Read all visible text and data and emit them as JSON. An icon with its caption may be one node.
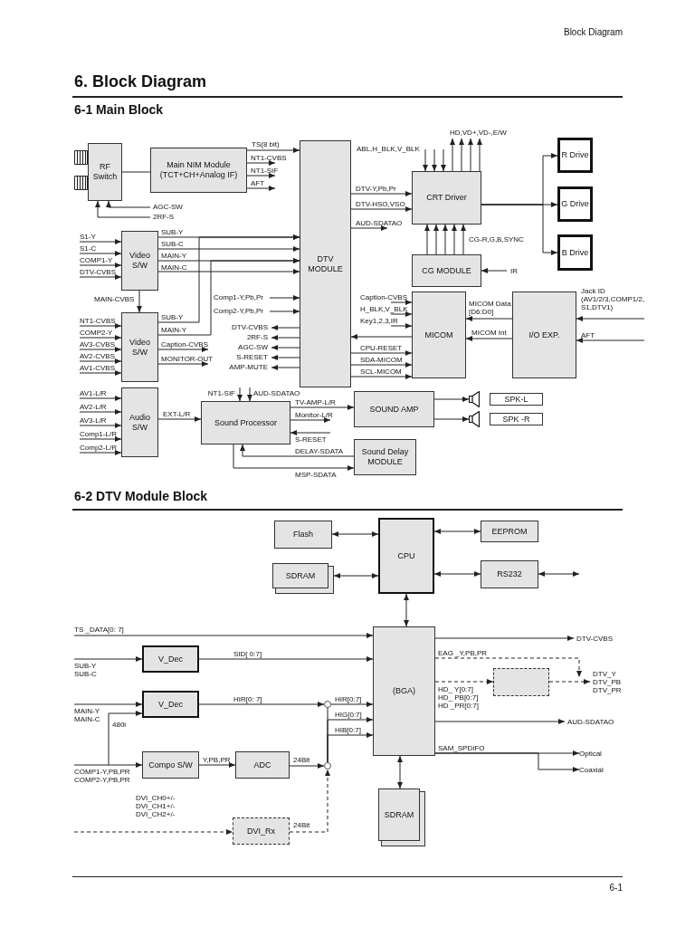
{
  "diagram": {
    "title": "6. Block Diagram",
    "nodes": [
      {
        "text": [
          "RF Switch"
        ]
      },
      {
        "text": [
          "Main NIM Module (TCT+CH+Analog IF)"
        ]
      },
      {
        "text": [
          "DTV MODULE"
        ]
      },
      {
        "text": [
          "Video S/W"
        ]
      },
      {
        "text": [
          "Video S/W"
        ]
      },
      {
        "text": [
          "Audio S/W"
        ]
      },
      {
        "text": [
          "Sound Processor"
        ]
      },
      {
        "text": [
          "CRT Driver"
        ]
      },
      {
        "text": [
          "CG MODULE"
        ]
      },
      {
        "text": [
          "MICOM"
        ]
      },
      {
        "text": [
          "I/O EXP."
        ]
      },
      {
        "text": [
          "SOUND AMP"
        ]
      },
      {
        "text": [
          "Sound Delay MODULE"
        ]
      },
      {
        "text": [
          "R Drive"
        ]
      },
      {
        "text": [
          "G Drive"
        ]
      },
      {
        "text": [
          "B Drive"
        ]
      },
      {
        "text": [],
        "shape": "speaker"
      },
      {
        "text": [],
        "shape": "speaker"
      },
      {
        "text": [
          "SPK-L"
        ]
      },
      {
        "text": [
          "SPK -R"
        ]
      },
      {
        "text": [
          "Flash"
        ]
      },
      {
        "text": [
          "SDRAM"
        ]
      },
      {
        "text": [
          "CPU"
        ]
      },
      {
        "text": [
          "EEPROM"
        ]
      },
      {
        "text": [
          "RS232"
        ]
      },
      {
        "text": [
          "(BGA)"
        ]
      },
      {
        "text": [
          "V_Dec"
        ]
      },
      {
        "text": [
          "V_Dec"
        ]
      },
      {
        "text": [
          "Compo S/W"
        ]
      },
      {
        "text": [
          "ADC"
        ]
      },
      {
        "text": [
          "DVI_Rx"
        ]
      },
      {
        "text": [],
        "shape": "circle"
      },
      {
        "text": [],
        "shape": "circle"
      },
      {
        "text": [],
        "shape": "box"
      },
      {
        "text": [
          "SDRAM"
        ]
      },
      {
        "text": [
          "Optical"
        ]
      },
      {
        "text": [
          "Coaxial"
        ]
      }
    ],
    "edges": [
      {
        "from": 0,
        "to": 1,
        "arrow": "none"
      },
      {
        "from": 1,
        "to": 2,
        "arrow": "to",
        "label": "TS(8 bit)"
      },
      {
        "from": 1,
        "to": null,
        "arrow": "to",
        "label": "NT1-CVBS"
      },
      {
        "from": 1,
        "to": null,
        "arrow": "to",
        "label": "NT1-SIF"
      },
      {
        "from": 1,
        "to": null,
        "arrow": "to",
        "label": "AFT"
      },
      {
        "from": null,
        "to": 0,
        "arrow": "to",
        "label": "AGC-SW"
      },
      {
        "from": null,
        "to": 0,
        "arrow": "to",
        "label": "2RF-S"
      },
      {
        "from": null,
        "to": 3,
        "arrow": "to",
        "label": "S1-Y"
      },
      {
        "from": null,
        "to": 3,
        "arrow": "to",
        "label": "S1-C"
      },
      {
        "from": null,
        "to": 3,
        "arrow": "to",
        "label": "COMP1-Y"
      },
      {
        "from": null,
        "to": 3,
        "arrow": "to",
        "label": "DTV-CVBS"
      },
      {
        "from": 3,
        "to": 2,
        "arrow": "to",
        "label": "SUB-Y"
      },
      {
        "from": 3,
        "to": 2,
        "arrow": "to",
        "label": "SUB-C"
      },
      {
        "from": 3,
        "to": 2,
        "arrow": "to",
        "label": "MAIN-Y"
      },
      {
        "from": 3,
        "to": 2,
        "arrow": "to",
        "label": "MAIN-C"
      },
      {
        "from": 3,
        "to": 4,
        "arrow": "to",
        "label": "MAIN-CVBS"
      },
      {
        "from": null,
        "to": 4,
        "arrow": "to",
        "label": "NT1-CVBS"
      },
      {
        "from": null,
        "to": 4,
        "arrow": "to",
        "label": "COMP2-Y"
      },
      {
        "from": null,
        "to": 4,
        "arrow": "to",
        "label": "AV3-CVBS"
      },
      {
        "from": null,
        "to": 4,
        "arrow": "to",
        "label": "AV2-CVBS"
      },
      {
        "from": null,
        "to": 4,
        "arrow": "to",
        "label": "AV1-CVBS"
      },
      {
        "from": 4,
        "to": 2,
        "arrow": "to",
        "label": "SUB-Y"
      },
      {
        "from": 4,
        "to": 2,
        "arrow": "to",
        "label": "MAIN-Y"
      },
      {
        "from": 4,
        "to": null,
        "arrow": "to",
        "label": "Caption-CVBS"
      },
      {
        "from": 4,
        "to": null,
        "arrow": "to",
        "label": "MONITOR-OUT"
      },
      {
        "from": null,
        "to": 2,
        "arrow": "to",
        "label": "Comp1-Y,Pb,Pr"
      },
      {
        "from": null,
        "to": 2,
        "arrow": "to",
        "label": "Comp2-Y,Pb,Pr"
      },
      {
        "from": 2,
        "to": null,
        "arrow": "to",
        "label": "DTV-CVBS"
      },
      {
        "from": 2,
        "to": null,
        "arrow": "to",
        "label": "2RF-S"
      },
      {
        "from": 2,
        "to": null,
        "arrow": "to",
        "label": "AGC-SW"
      },
      {
        "from": 2,
        "to": null,
        "arrow": "to",
        "label": "S-RESET"
      },
      {
        "from": 2,
        "to": null,
        "arrow": "to",
        "label": "AMP-MUTE"
      },
      {
        "from": null,
        "to": 5,
        "arrow": "to",
        "label": "AV1-L/R"
      },
      {
        "from": null,
        "to": 5,
        "arrow": "to",
        "label": "AV2-L/R"
      },
      {
        "from": null,
        "to": 5,
        "arrow": "to",
        "label": "AV3-L/R"
      },
      {
        "from": null,
        "to": 5,
        "arrow": "to",
        "label": "Comp1-L/R"
      },
      {
        "from": null,
        "to": 5,
        "arrow": "to",
        "label": "Comp2-L/R"
      },
      {
        "from": 5,
        "to": 6,
        "arrow": "to",
        "label": "EXT-L/R"
      },
      {
        "from": null,
        "to": 6,
        "arrow": "to",
        "label": "NT1-SIF"
      },
      {
        "from": null,
        "to": 6,
        "arrow": "to",
        "label": "AUD-SDATAO"
      },
      {
        "from": 6,
        "to": 11,
        "arrow": "to",
        "label": "TV-AMP-L/R"
      },
      {
        "from": 6,
        "to": null,
        "arrow": "to",
        "label": "Monitor-L/R"
      },
      {
        "from": null,
        "to": 6,
        "arrow": "to",
        "label": "S-RESET"
      },
      {
        "from": 12,
        "to": 6,
        "arrow": "to",
        "label": "DELAY-SDATA"
      },
      {
        "from": 6,
        "to": 12,
        "arrow": "to",
        "label": "MSP-SDATA"
      },
      {
        "from": 2,
        "to": 7,
        "arrow": "to",
        "label": "DTV-Y,Pb,Pr"
      },
      {
        "from": 2,
        "to": 7,
        "arrow": "to",
        "label": "DTV-HSO,VSO"
      },
      {
        "from": 2,
        "to": null,
        "arrow": "to",
        "label": "AUD-SDATAO"
      },
      {
        "from": null,
        "to": 7,
        "arrow": "to",
        "label": "ABL,H_BLK,V_BLK"
      },
      {
        "from": 7,
        "to": null,
        "arrow": "to",
        "label": "HD,VD+,VD-,E/W"
      },
      {
        "from": 8,
        "to": 7,
        "arrow": "to",
        "label": "CG-R,G,B,SYNC"
      },
      {
        "from": null,
        "to": 8,
        "arrow": "to",
        "label": "IR"
      },
      {
        "from": 7,
        "to": 13,
        "arrow": "to"
      },
      {
        "from": 7,
        "to": 14,
        "arrow": "to"
      },
      {
        "from": 7,
        "to": 15,
        "arrow": "to"
      },
      {
        "from": null,
        "to": 9,
        "arrow": "to",
        "label": "Caption-CVBS"
      },
      {
        "from": null,
        "to": 9,
        "arrow": "to",
        "label": "H_BLK,V_BLK"
      },
      {
        "from": null,
        "to": 9,
        "arrow": "to",
        "label": "Key1,2,3,IR"
      },
      {
        "from": 9,
        "to": 2,
        "arrow": "to"
      },
      {
        "from": 2,
        "to": 9,
        "arrow": "to",
        "label": "CPU-RESET"
      },
      {
        "from": 2,
        "to": 9,
        "arrow": "to",
        "label": "SDA-MICOM"
      },
      {
        "from": 2,
        "to": 9,
        "arrow": "to",
        "label": "SCL-MICOM"
      },
      {
        "from": 10,
        "to": 9,
        "arrow": "to",
        "label": "MICOM Data [D6:D0]"
      },
      {
        "from": 10,
        "to": 9,
        "arrow": "to",
        "label": "MICOM Int"
      },
      {
        "from": null,
        "to": 10,
        "arrow": "to",
        "label": "Jack ID (AV1/2/3,COMP1/2, S1,DTV1)"
      },
      {
        "from": null,
        "to": 10,
        "arrow": "to",
        "label": "AFT"
      },
      {
        "from": 11,
        "to": 16,
        "arrow": "to"
      },
      {
        "from": 11,
        "to": 17,
        "arrow": "to"
      },
      {
        "from": 20,
        "to": 22,
        "arrow": "both"
      },
      {
        "from": 21,
        "to": 22,
        "arrow": "both"
      },
      {
        "from": 22,
        "to": 23,
        "arrow": "both"
      },
      {
        "from": 22,
        "to": 24,
        "arrow": "both"
      },
      {
        "from": 24,
        "to": null,
        "arrow": "both"
      },
      {
        "from": 22,
        "to": 25,
        "arrow": "both"
      },
      {
        "from": null,
        "to": 25,
        "arrow": "to",
        "label": "TS _DATA[0: 7]"
      },
      {
        "from": null,
        "to": 26,
        "arrow": "to",
        "label": "SUB-Y SUB-C"
      },
      {
        "from": 26,
        "to": 25,
        "arrow": "to",
        "label": "SID[ 0:7]"
      },
      {
        "from": null,
        "to": 27,
        "arrow": "to",
        "label": "MAIN-Y MAIN-C"
      },
      {
        "from": 27,
        "to": 31,
        "arrow": "to",
        "label": "HIR[0: 7]"
      },
      {
        "from": 31,
        "to": 25,
        "arrow": "to",
        "label": "HIR[0:7]"
      },
      {
        "from": 32,
        "to": 25,
        "arrow": "to",
        "label": "HIG[0:7]"
      },
      {
        "from": 32,
        "to": 25,
        "arrow": "to",
        "label": "HIB[0:7]"
      },
      {
        "from": 31,
        "to": 32,
        "arrow": "none"
      },
      {
        "from": null,
        "to": 28,
        "arrow": "to",
        "label": "COMP1-Y,PB,PR COMP2-Y,PB,PR"
      },
      {
        "from": null,
        "to": 27,
        "arrow": "to",
        "label": "480i"
      },
      {
        "from": 28,
        "to": 29,
        "arrow": "to",
        "label": "Y,PB,PR"
      },
      {
        "from": 29,
        "to": 32,
        "arrow": "to",
        "label": "24Bit"
      },
      {
        "from": null,
        "to": 30,
        "arrow": "to",
        "label": "DVI_CH0+/- DVI_CH1+/- DVI_CH2+/-",
        "style": "dashed"
      },
      {
        "from": 30,
        "to": 32,
        "arrow": "to",
        "label": "24Bit",
        "style": "dashed"
      },
      {
        "from": 25,
        "to": null,
        "arrow": "to",
        "label": "DTV-CVBS"
      },
      {
        "from": 25,
        "to": null,
        "arrow": "to",
        "label": "EAG _Y,PB,PR",
        "style": "dashed"
      },
      {
        "from": 25,
        "to": 33,
        "arrow": "to",
        "label": "HD_ Y[0:7] HD_ PB[0:7] HD _PR[0:7]",
        "style": "dashed"
      },
      {
        "from": 33,
        "to": null,
        "arrow": "to",
        "label": "DTV_Y DTV_PB DTV_PR",
        "style": "dashed"
      },
      {
        "from": 25,
        "to": null,
        "arrow": "to",
        "label": "AUD-SDATAO"
      },
      {
        "from": 25,
        "to": 35,
        "arrow": "to",
        "label": "SAM_SPDIFO"
      },
      {
        "from": 25,
        "to": 36,
        "arrow": "to"
      },
      {
        "from": 34,
        "to": 25,
        "arrow": "both"
      }
    ],
    "labels": [
      "Block Diagram",
      "6-1 Main Block",
      "6-2 DTV Module Block",
      "6-1"
    ]
  }
}
